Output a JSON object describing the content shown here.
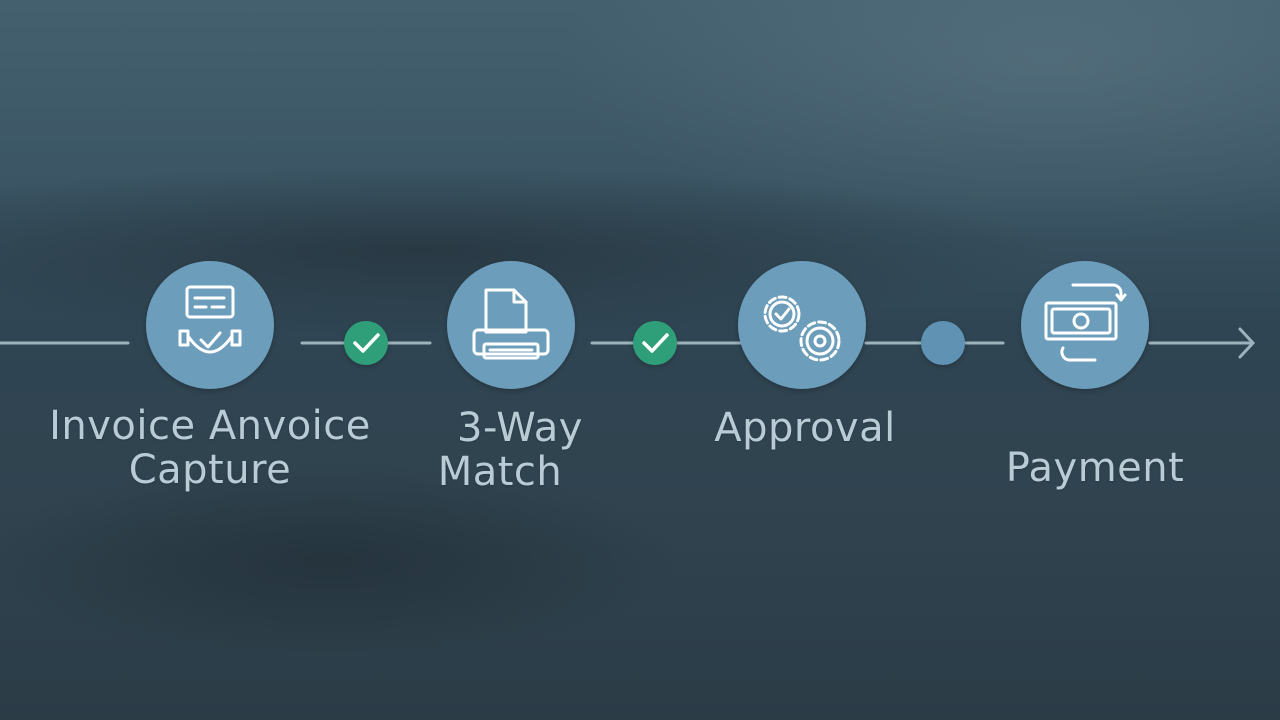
{
  "colors": {
    "node_fill": "#6c9dbb",
    "check_fill": "#2f9f78",
    "connector": "#9fb3bf",
    "icon_stroke": "#ffffff",
    "label_text": "#b9ccd6"
  },
  "steps": [
    {
      "label_line1": "Invoice Anvoice",
      "label_line2": "Capture",
      "icon": "invoice-scan-icon"
    },
    {
      "label_line1": "3-Way",
      "label_line2": "Match",
      "icon": "printer-document-icon"
    },
    {
      "label_line1": "Approval",
      "label_line2": "",
      "icon": "gears-check-icon"
    },
    {
      "label_line1": "Payment",
      "label_line2": "",
      "icon": "banknote-transfer-icon"
    }
  ],
  "connectors": [
    {
      "status": "complete",
      "icon": "check-icon"
    },
    {
      "status": "complete",
      "icon": "check-icon"
    },
    {
      "status": "pending",
      "icon": "dot-icon"
    }
  ]
}
